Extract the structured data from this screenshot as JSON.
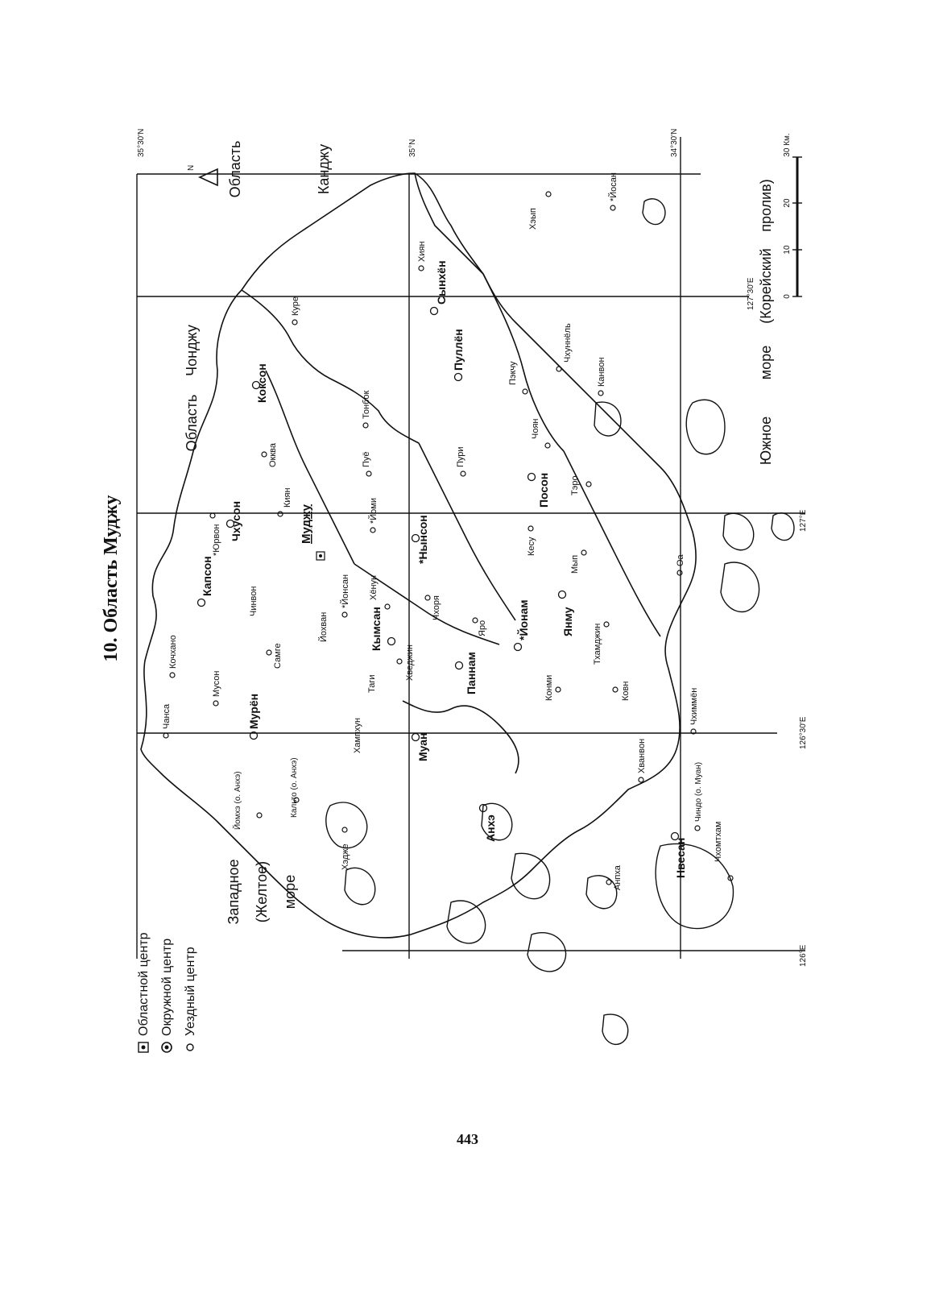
{
  "title": "10. Область Муджу",
  "page_number": "443",
  "legend": {
    "items": [
      {
        "icon": "provincial-center-icon",
        "label": "Областной центр"
      },
      {
        "icon": "district-center-icon",
        "label": "Окружной центр"
      },
      {
        "icon": "county-center-icon",
        "label": "Уездный центр"
      }
    ]
  },
  "coordinates": {
    "lat_35_30": "35°30'N",
    "lat_35": "35°N",
    "lat_34_30": "34°30'N",
    "lon_126": "126°E",
    "lon_126_30": "126°30'E",
    "lon_127": "127°E",
    "lon_127_30": "127°30'E"
  },
  "scale_bar": {
    "unit": "30 Км.",
    "ticks": [
      "0",
      "10",
      "20",
      "30 Км."
    ]
  },
  "north_arrow": "N",
  "regions": {
    "west_sea": [
      "Западное",
      "(Желтое)",
      "море"
    ],
    "south_sea": [
      "Южное",
      "море",
      "(Корейский",
      "пролив)"
    ],
    "chondzhu": [
      "Область",
      "Чонджу"
    ],
    "kandzhu": [
      "Область",
      "Канджу"
    ]
  },
  "places": {
    "mudzhu": "Муджу",
    "kapson": "Капсон",
    "chkhuson": "Чхусон",
    "kymsan": "Кымсан",
    "nynson": "*Нынсон",
    "koxon": "Коксон",
    "pullyon": "Пуллён",
    "synghyon": "Сынхён",
    "poson": "Посон",
    "pannam": "Паннам",
    "yonam": "*Йонам",
    "yanmu": "Янму",
    "muan": "Муан",
    "muryon": "Мурён",
    "anhe": "Анхэ",
    "nvesan": "Нвесан",
    "chansa": "Чанса",
    "kochkhan": "Кочхано",
    "muson": "Мусон",
    "samge": "Самге",
    "chinvon": "Чинвон",
    "yokhvan": "Йохван",
    "yonsan": "*Йонсан",
    "khenun": "Хёнун",
    "kiyan": "Киян",
    "okkva": "Окква",
    "yomi": "*Йоми",
    "pyo": "Пуё",
    "tonbok": "Тонбок",
    "kure": "Куре",
    "khiyan": "Хиян",
    "yosan": "*Йосан",
    "khyp": "Хэып",
    "chkhunnyol": "Чхуннёль",
    "kanvon": "Канвон",
    "pekchu": "Пэкчу",
    "choyan": "Чоян",
    "puri": "Пури",
    "tero": "Тэро",
    "kesu": "Кесу",
    "myp": "Мып",
    "chkhorya": "Чхоря",
    "yaro": "Яро",
    "khvedzhin": "Хведжин",
    "tagi": "Таги",
    "khampkhun": "Хампхун",
    "konmi": "Конми",
    "kovn": "Ковн",
    "tkhamdzhin": "Тхамджин",
    "oa": "Оа",
    "chkhimmyon": "Чхиммён",
    "khvanvon": "Хванвон",
    "chindo": "Чиндо (о. Муан)",
    "yomkhe": "Йомхэ (о. Анхэ)",
    "kalto": "Кальто (о. Анхэ)",
    "khadzhe": "Хэдже",
    "ankha": "Анпха",
    "chkhomtkham": "Чхомтхам",
    "yorvon": "*Юрвон"
  }
}
